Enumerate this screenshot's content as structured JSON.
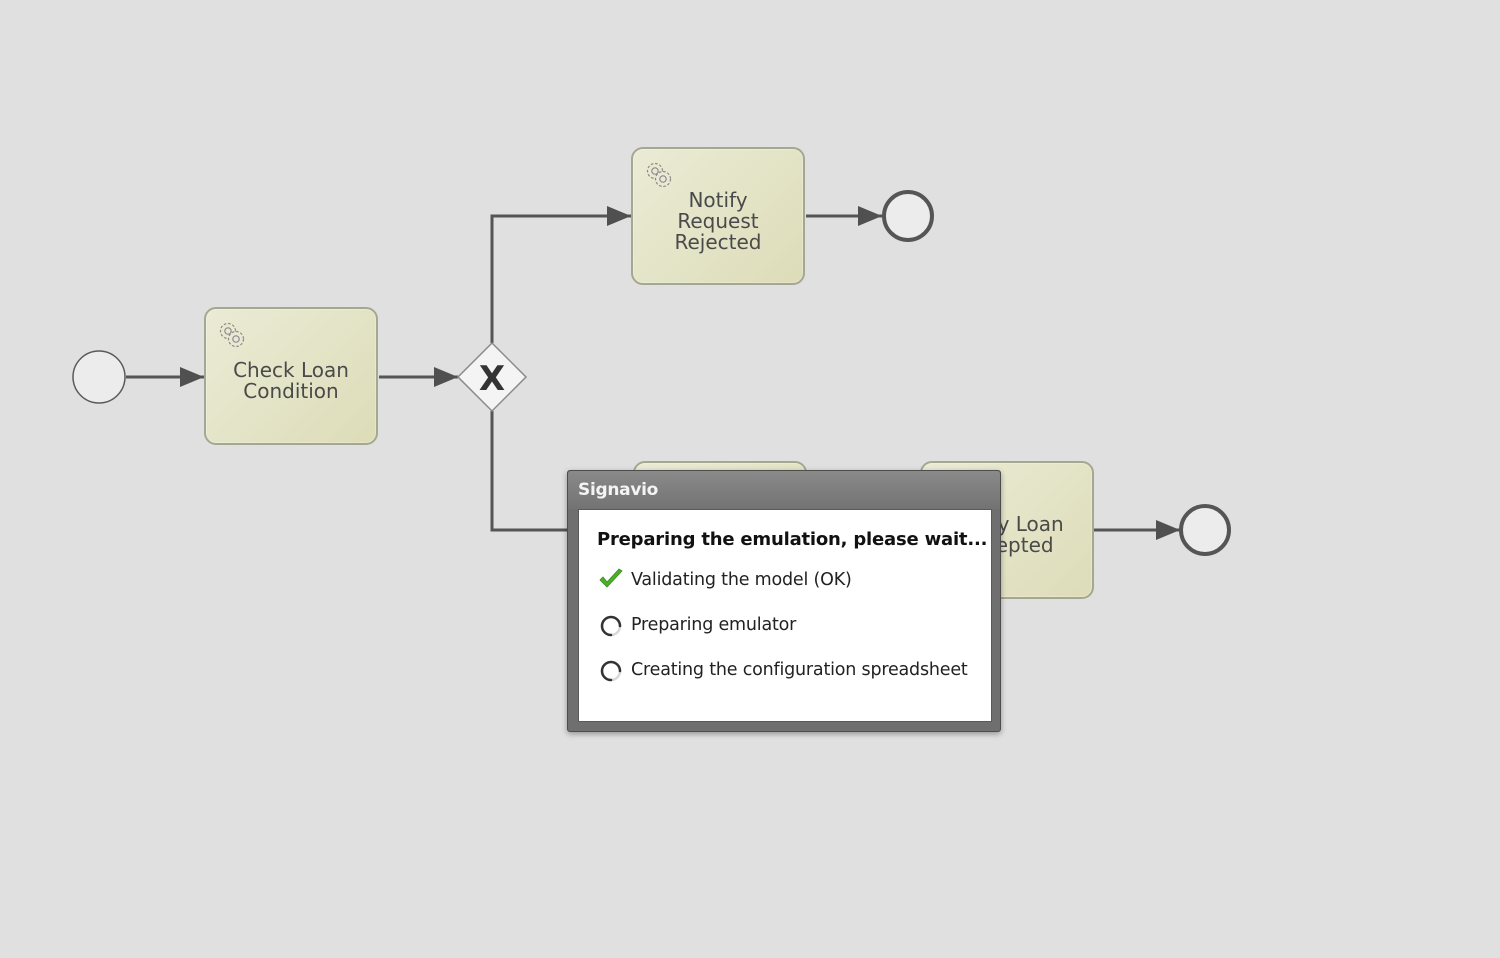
{
  "diagram": {
    "tasks": [
      {
        "id": "check",
        "lines": [
          "Check Loan",
          "Condition"
        ]
      },
      {
        "id": "reject",
        "lines": [
          "Notify Request",
          "Rejected"
        ]
      },
      {
        "id": "accept",
        "lines": [
          "Notify Loan",
          "Accepted"
        ]
      }
    ],
    "gateway_symbol": "X"
  },
  "dialog": {
    "title": "Signavio",
    "heading": "Preparing the emulation, please wait...",
    "steps": [
      {
        "label": "Validating the model (OK)",
        "status": "done",
        "icon": "checkmark-icon"
      },
      {
        "label": "Preparing emulator",
        "status": "loading",
        "icon": "spinner-icon"
      },
      {
        "label": "Creating the configuration spreadsheet",
        "status": "loading",
        "icon": "spinner-icon"
      }
    ]
  },
  "colors": {
    "background": "#e0e0e0",
    "task_fill": "#e3e3c6",
    "task_border": "#a4a890",
    "connector": "#555555",
    "check": "#4caf2a"
  }
}
